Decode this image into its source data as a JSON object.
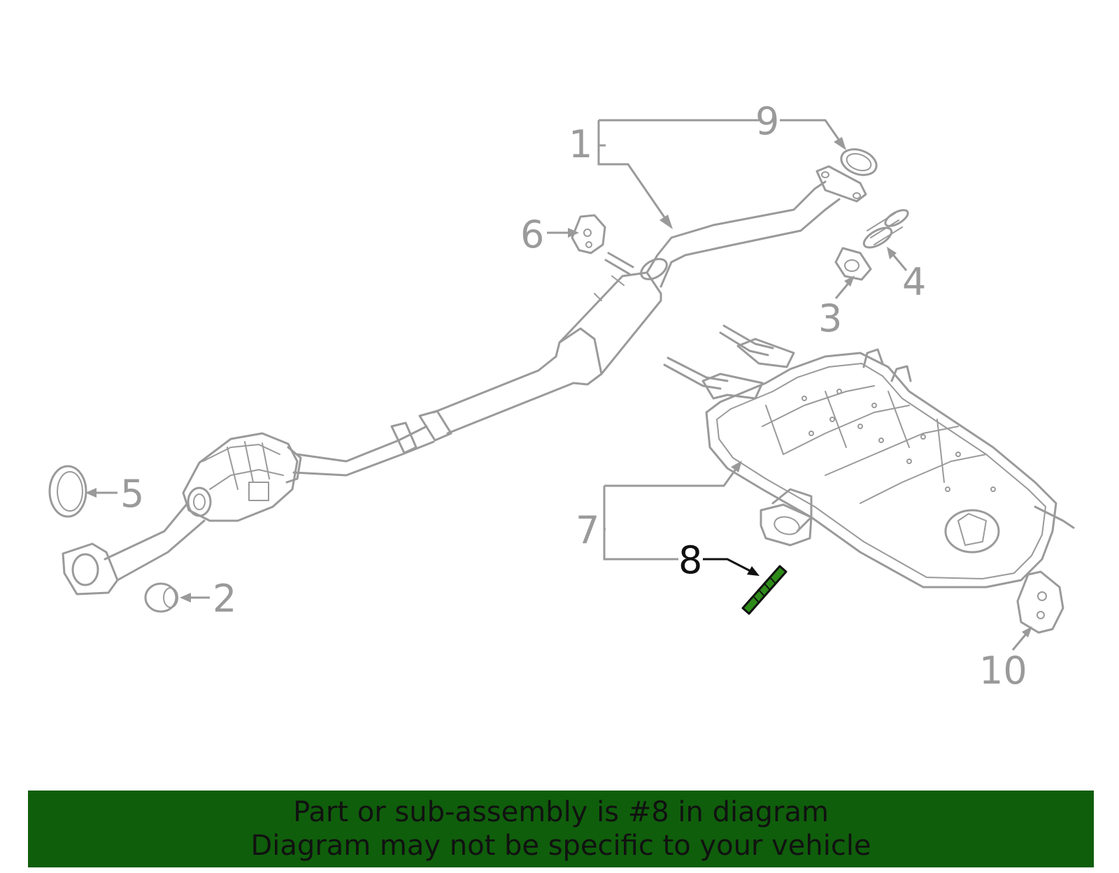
{
  "callouts": {
    "c1": "1",
    "c2": "2",
    "c3": "3",
    "c4": "4",
    "c5": "5",
    "c6": "6",
    "c7": "7",
    "c8": "8",
    "c9": "9",
    "c10": "10"
  },
  "highlighted_part": "8",
  "colors": {
    "line": "#9a9a9a",
    "highlight_part": "#2e8b1a",
    "banner_bg": "#0f5e0b",
    "banner_text": "#111111"
  },
  "banner": {
    "line1": "Part or sub-assembly is #8 in diagram",
    "line2": "Diagram may not be specific to your vehicle"
  }
}
